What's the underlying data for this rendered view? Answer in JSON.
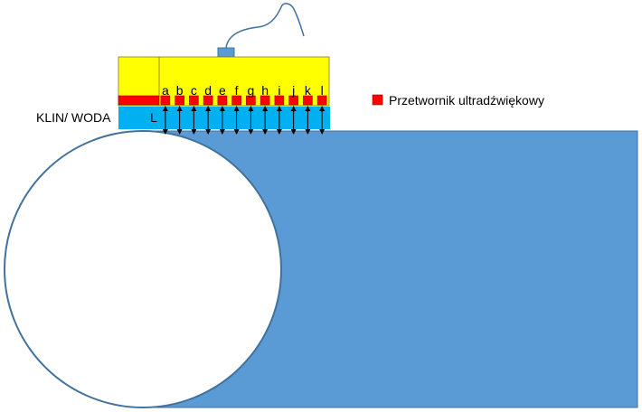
{
  "labels": {
    "wedge": "KLIN/ WODA",
    "wedge_letter": "L",
    "legend_text": "Przetwornik ultradźwiękowy"
  },
  "elements": [
    "a",
    "b",
    "c",
    "d",
    "e",
    "f",
    "g",
    "h",
    "i",
    "j",
    "k",
    "l"
  ],
  "colors": {
    "housing": "#ffff00",
    "wedge": "#00b0f0",
    "element": "#ff0000",
    "part": "#5b9bd5",
    "part_edge": "#41719c",
    "cable": "#41719c",
    "connector": "#5b9bd5",
    "arrow": "#000000"
  }
}
